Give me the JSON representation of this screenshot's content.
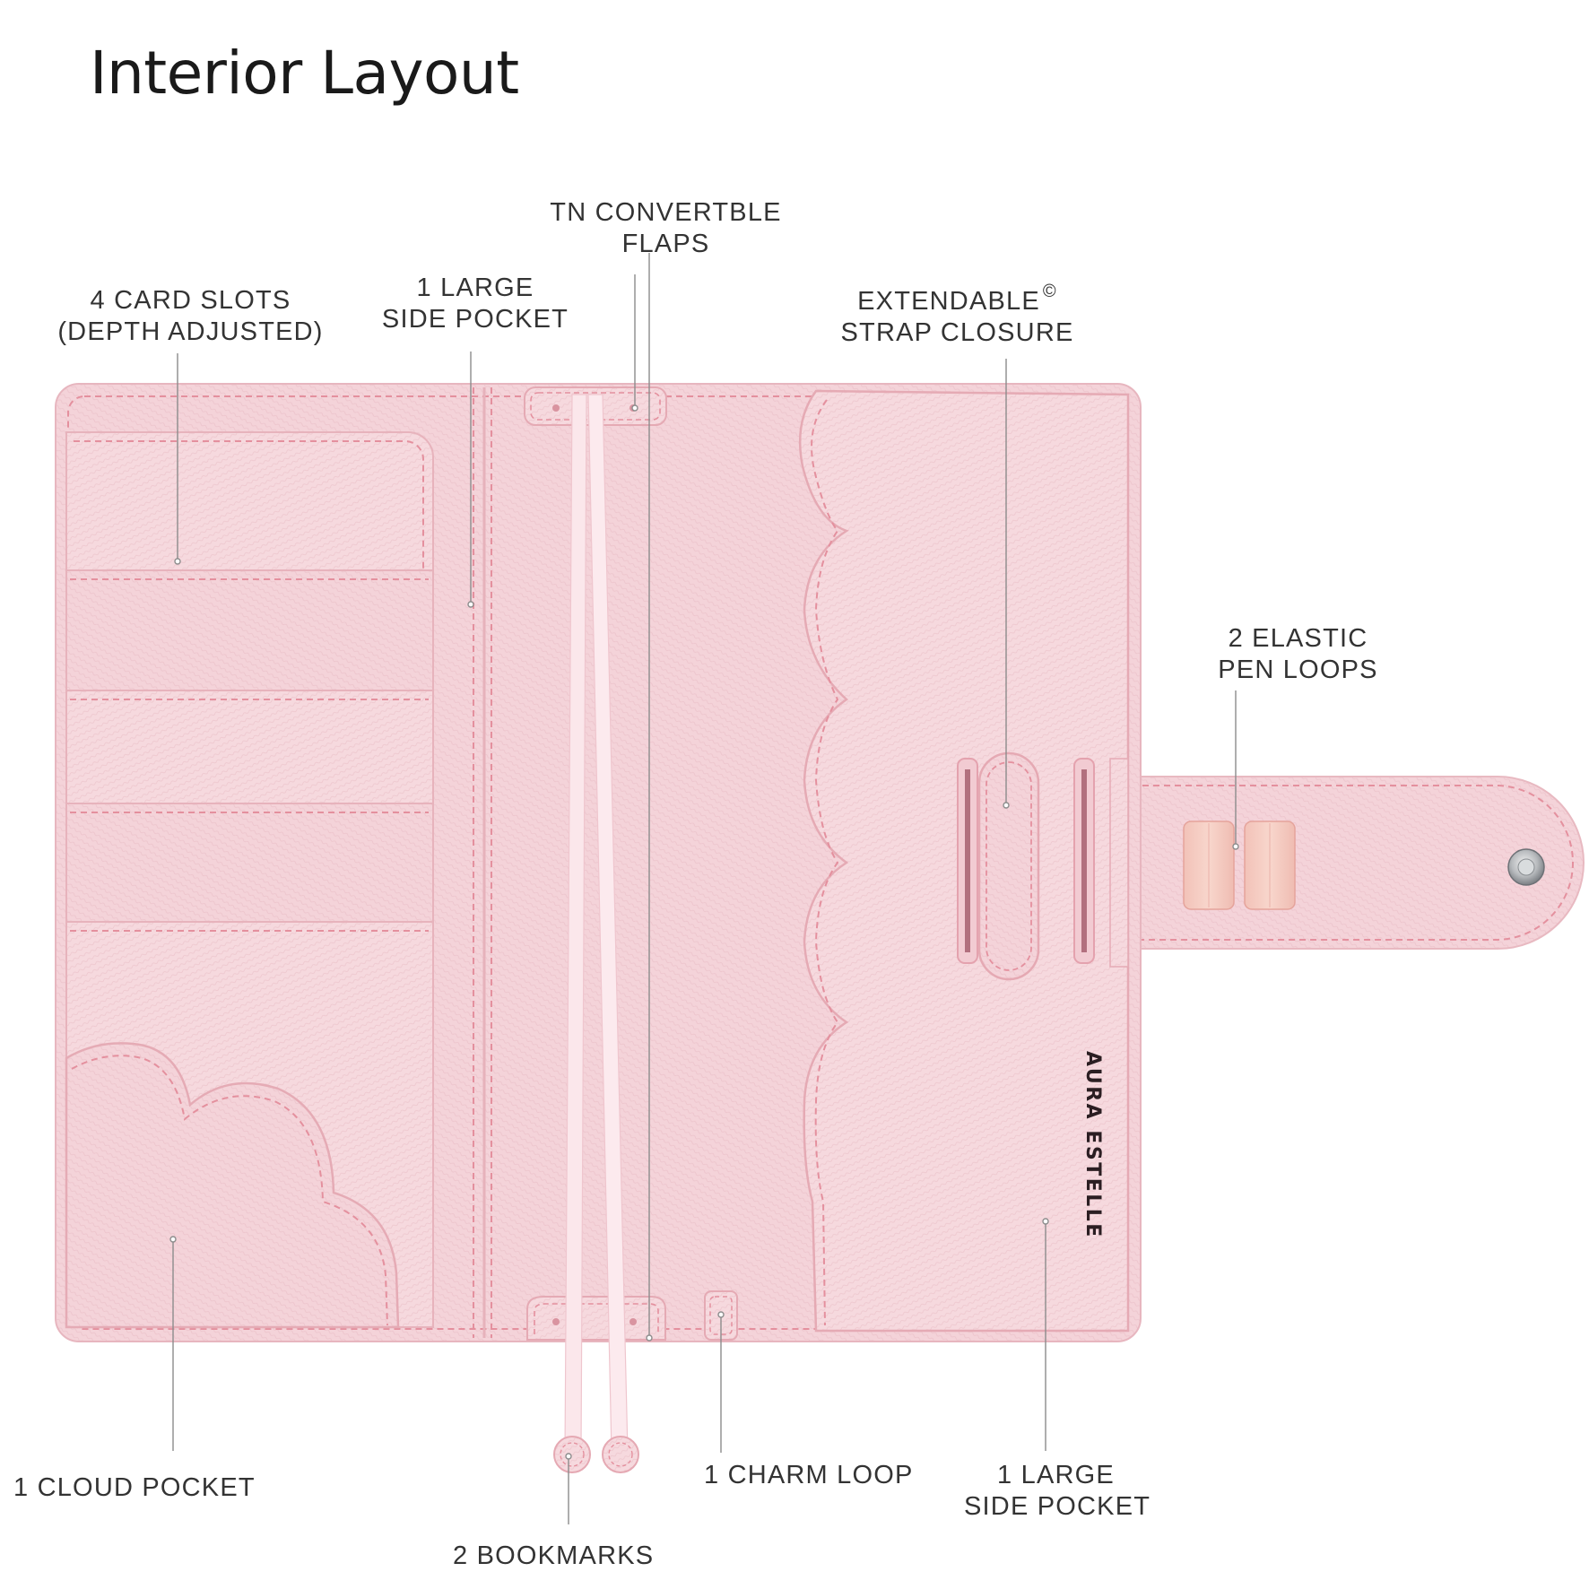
{
  "page": {
    "title": "Interior Layout"
  },
  "product": {
    "brand_mark": "AURA ESTELLE",
    "colors": {
      "leather": "#f4d3d9",
      "leather_shade": "#ecc2ca",
      "stitch": "#e4909e",
      "ribbon": "#fbe6ea",
      "snap": "#9a9ea3",
      "leader_line": "#8c8c8c"
    }
  },
  "callouts": {
    "card_slots": {
      "line1": "4 CARD SLOTS",
      "line2": "(DEPTH ADJUSTED)"
    },
    "side_pocket_left": {
      "line1": "1 LARGE",
      "line2": "SIDE POCKET"
    },
    "tn_flaps": {
      "line1": "TN CONVERTBLE",
      "line2": "FLAPS"
    },
    "strap_closure": {
      "line1": "EXTENDABLE",
      "copyright": "©",
      "line2": "STRAP CLOSURE"
    },
    "pen_loops": {
      "line1": "2 ELASTIC",
      "line2": "PEN LOOPS"
    },
    "cloud_pocket": {
      "line1": "1 CLOUD POCKET"
    },
    "bookmarks": {
      "line1": "2 BOOKMARKS"
    },
    "charm_loop": {
      "line1": "1 CHARM LOOP"
    },
    "side_pocket_right": {
      "line1": "1 LARGE",
      "line2": "SIDE POCKET"
    }
  }
}
